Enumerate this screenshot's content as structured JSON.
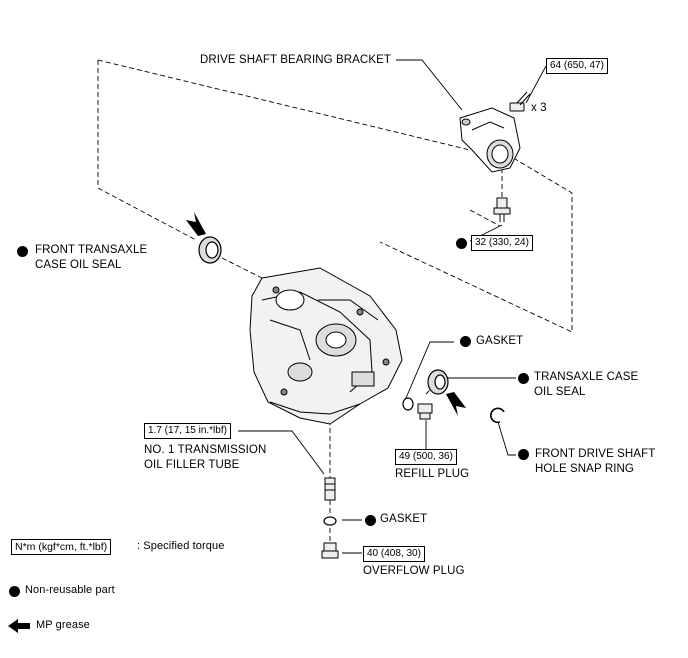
{
  "labels": {
    "bracket": "DRIVE SHAFT BEARING BRACKET",
    "bolt_qty": "x 3",
    "front_seal_line1": "FRONT TRANSAXLE",
    "front_seal_line2": "CASE OIL SEAL",
    "gasket_top": "GASKET",
    "case_seal_line1": "TRANSAXLE CASE",
    "case_seal_line2": "OIL SEAL",
    "snap_ring_line1": "FRONT DRIVE SHAFT",
    "snap_ring_line2": "HOLE SNAP RING",
    "filler_tube_line1": "NO. 1 TRANSMISSION",
    "filler_tube_line2": "OIL FILLER TUBE",
    "refill_plug": "REFILL PLUG",
    "gasket_bottom": "GASKET",
    "overflow_plug": "OVERFLOW PLUG"
  },
  "torques": {
    "bracket_bolt": "64 (650, 47)",
    "lower_bolt": "32 (330, 24)",
    "filler_tube": "1.7 (17, 15 in.*lbf)",
    "refill_plug": "49 (500, 36)",
    "overflow_plug": "40 (408, 30)"
  },
  "legend": {
    "torque_box": "N*m (kgf*cm, ft.*lbf)",
    "torque_desc": ": Specified torque",
    "non_reusable": "Non-reusable part",
    "grease": "MP grease"
  },
  "icons": [
    "non-reusable-dot-icon",
    "mp-grease-arrow-icon"
  ]
}
